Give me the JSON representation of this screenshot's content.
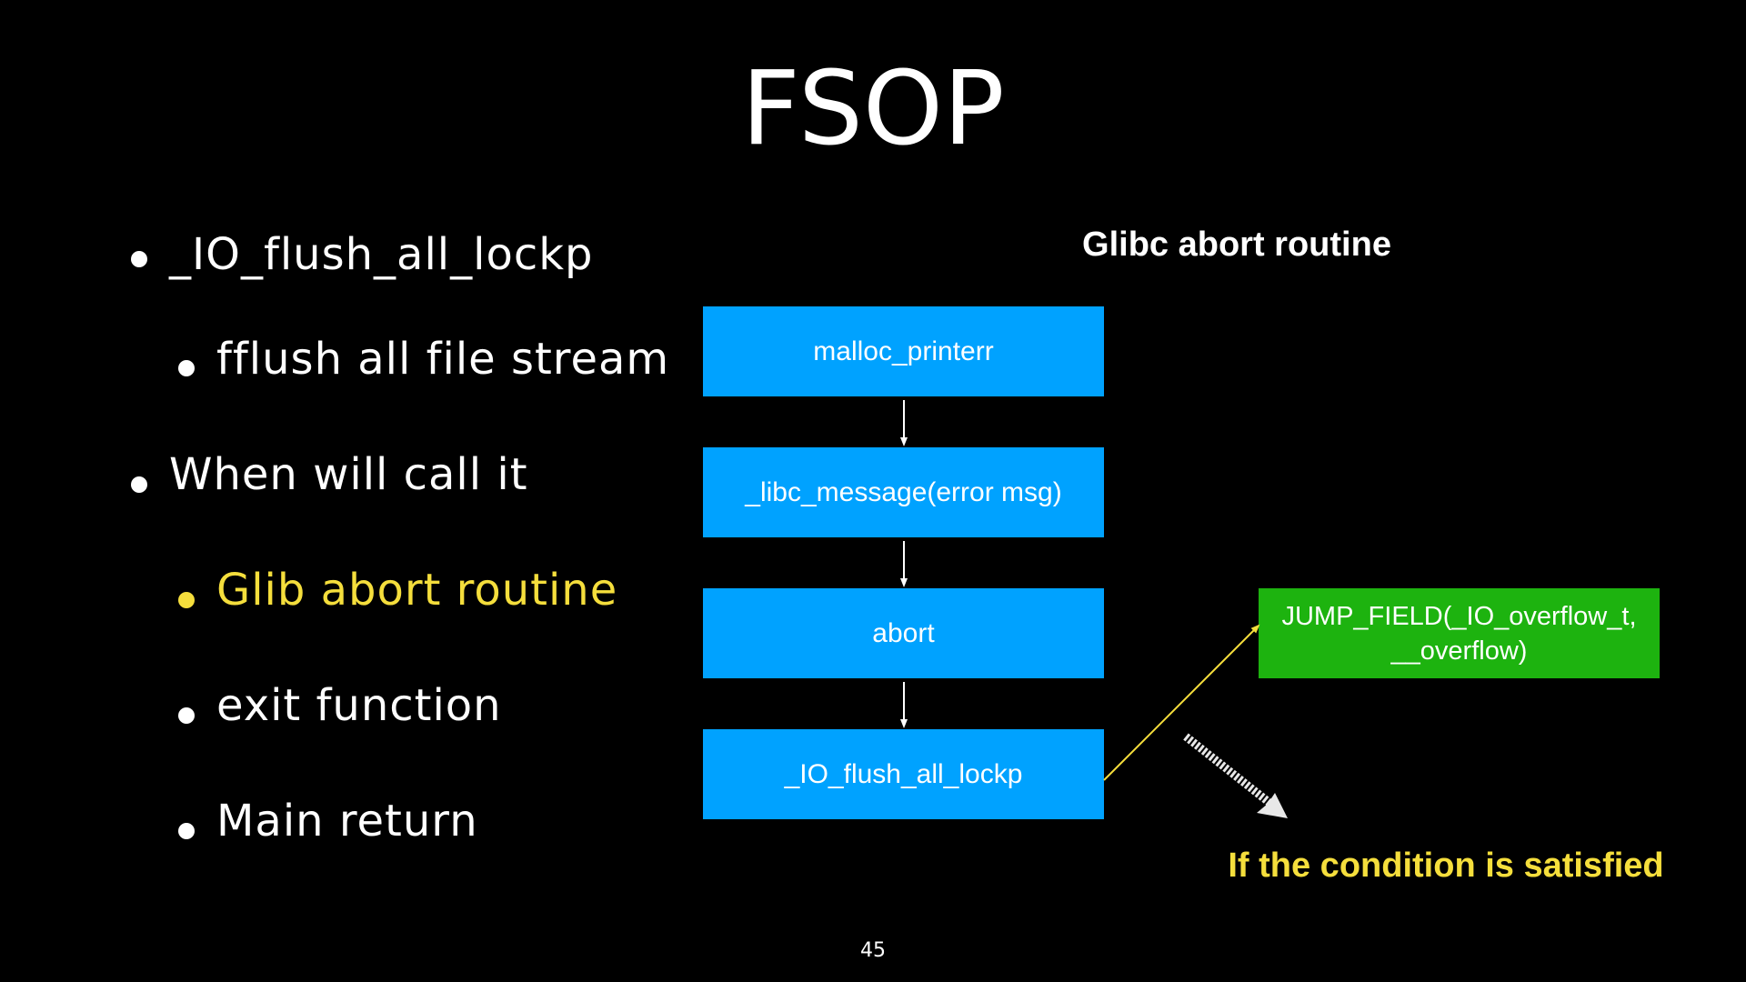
{
  "slide": {
    "title": "FSOP",
    "page_number": "45"
  },
  "bullets": [
    {
      "level": 1,
      "text": "_IO_flush_all_lockp",
      "highlight": false
    },
    {
      "level": 2,
      "text": "fflush all file stream",
      "highlight": false
    },
    {
      "level": 1,
      "text": "When will call it",
      "highlight": false
    },
    {
      "level": 2,
      "text": "Glib abort routine",
      "highlight": true
    },
    {
      "level": 2,
      "text": "exit function",
      "highlight": false
    },
    {
      "level": 2,
      "text": "Main return",
      "highlight": false
    }
  ],
  "diagram": {
    "title": "Glibc abort routine",
    "steps": [
      "malloc_printerr",
      "_libc_message(error msg)",
      "abort",
      "_IO_flush_all_lockp"
    ],
    "jump_box": {
      "line1": "JUMP_FIELD(_IO_overflow_t,",
      "line2": "__overflow)"
    },
    "condition": "If the condition is satisfied"
  },
  "colors": {
    "background": "#000000",
    "step_box": "#00a2ff",
    "jump_box": "#1db30f",
    "highlight": "#f5de3c",
    "text": "#ffffff"
  }
}
